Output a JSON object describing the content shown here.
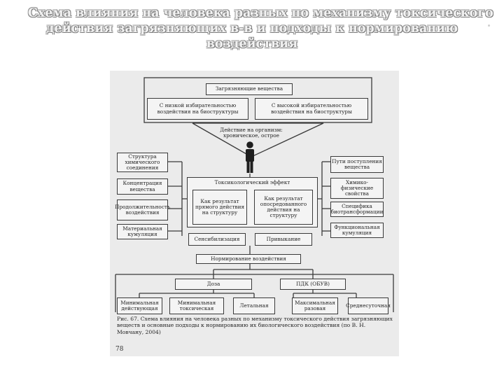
{
  "slide": {
    "title_lines": [
      "Схема влияния на человека разных по механизму токсического",
      "действия загрязняющих в-в и подходы к нормированию",
      "воздействия"
    ]
  },
  "figure": {
    "top_box": "Загрязняющие вещества",
    "low_selectivity": "С низкой избирательностью воздействия на биоструктуры",
    "high_selectivity": "С высокой избирательностью воздействия на биоструктуры",
    "action_on_organism": "Действие на организм: хроническое, острое",
    "left_factors": [
      "Структура химического соединения",
      "Концентрация вещества",
      "Продолжительность воздействия",
      "Материальная кумуляция"
    ],
    "right_factors": [
      "Пути поступления вещества",
      "Химико-физические свойства",
      "Специфика биотрансформации",
      "Функциональная кумуляция"
    ],
    "tox_effect": "Токсикологический эффект",
    "direct_effect": "Как результат прямого действия на структуру",
    "indirect_effect": "Как результат опосредованного действия на структуру",
    "sensitization": "Сенсибилизация",
    "habituation": "Привыкание",
    "rationing": "Нормирование воздействия",
    "dose": "Доза",
    "mpc": "ПДК (ОБУВ)",
    "min_effective": "Минимальная действующая",
    "min_toxic": "Минимальная токсическая",
    "lethal": "Летальная",
    "max_single": "Максимальная разовая",
    "avg_daily": "Среднесуточная",
    "caption": "Рис. 67. Схема влияния на человека разных по механизму токсического действия загрязняющих веществ и основные подходы к нормированию их биологического воздействия (по В. Н. Мовчану, 2004)",
    "page_number": "78"
  }
}
